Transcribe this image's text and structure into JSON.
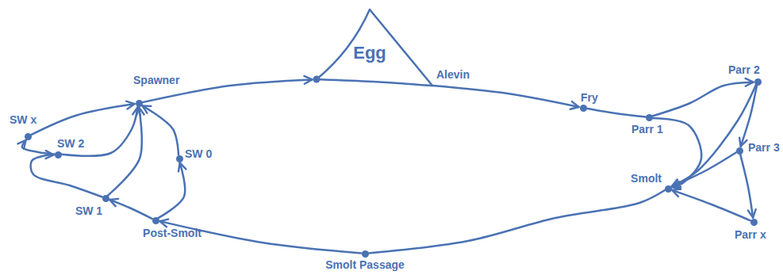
{
  "diagram": {
    "nodes": [
      {
        "text": [
          "Egg"
        ]
      },
      {
        "text": [
          "Alevin"
        ]
      },
      {
        "text": [
          "Fry"
        ]
      },
      {
        "text": [
          "Parr 1"
        ]
      },
      {
        "text": [
          "Parr 2"
        ]
      },
      {
        "text": [
          "Parr 3"
        ]
      },
      {
        "text": [
          "Parr x"
        ]
      },
      {
        "text": [
          "Smolt"
        ]
      },
      {
        "text": [
          "Smolt Passage"
        ]
      },
      {
        "text": [
          "Post-Smolt"
        ]
      },
      {
        "text": [
          "SW 0"
        ]
      },
      {
        "text": [
          "SW 1"
        ]
      },
      {
        "text": [
          "SW 2"
        ]
      },
      {
        "text": [
          "SW x"
        ]
      },
      {
        "text": [
          "Spawner"
        ]
      }
    ],
    "edges": [
      {
        "from": 14,
        "to": 0,
        "arrow": "to"
      },
      {
        "from": 0,
        "to": 1,
        "arrow": "none"
      },
      {
        "from": 1,
        "to": 2,
        "arrow": "to"
      },
      {
        "from": 2,
        "to": 3,
        "arrow": "none"
      },
      {
        "from": 3,
        "to": 4,
        "arrow": "to"
      },
      {
        "from": 3,
        "to": 7,
        "arrow": "to"
      },
      {
        "from": 4,
        "to": 5,
        "arrow": "to"
      },
      {
        "from": 4,
        "to": 7,
        "arrow": "to"
      },
      {
        "from": 5,
        "to": 7,
        "arrow": "to"
      },
      {
        "from": 5,
        "to": 6,
        "arrow": "to"
      },
      {
        "from": 6,
        "to": 7,
        "arrow": "to"
      },
      {
        "from": 7,
        "to": 8,
        "arrow": "none"
      },
      {
        "from": 8,
        "to": 9,
        "arrow": "to"
      },
      {
        "from": 9,
        "to": 11,
        "arrow": "to"
      },
      {
        "from": 9,
        "to": 10,
        "arrow": "to"
      },
      {
        "from": 10,
        "to": 14,
        "arrow": "to"
      },
      {
        "from": 11,
        "to": 14,
        "arrow": "to"
      },
      {
        "from": 11,
        "to": 12,
        "arrow": "to"
      },
      {
        "from": 12,
        "to": 14,
        "arrow": "to"
      },
      {
        "from": 12,
        "to": 13,
        "arrow": "to"
      },
      {
        "from": 13,
        "to": 14,
        "arrow": "to"
      }
    ]
  }
}
